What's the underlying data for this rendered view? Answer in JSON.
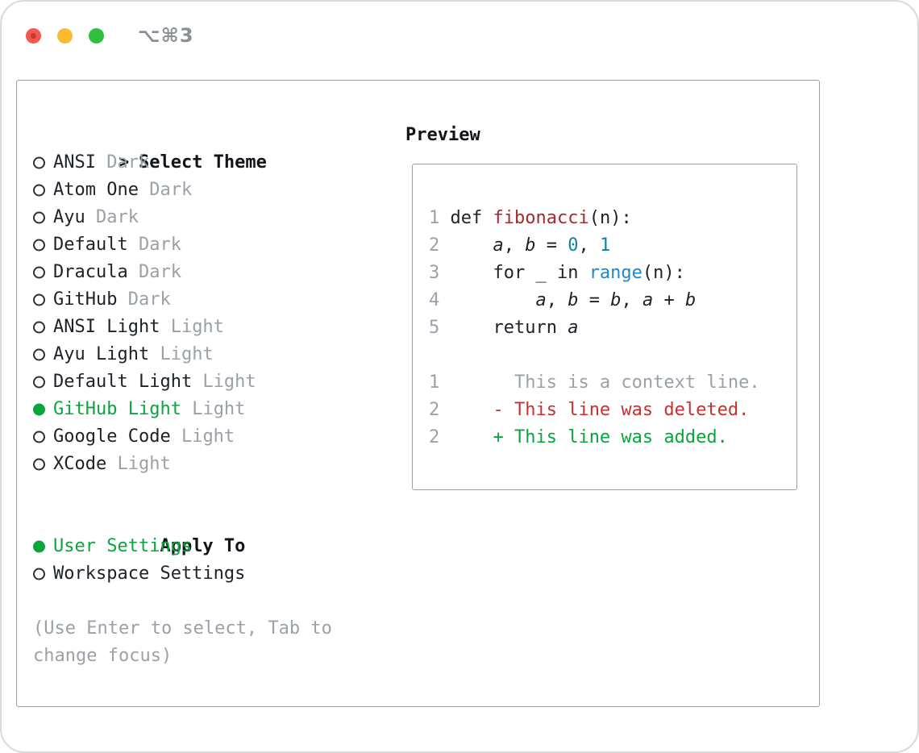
{
  "window": {
    "shortcut": "⌥⌘3",
    "traffic_lights": [
      "close",
      "minimize",
      "zoom"
    ]
  },
  "colors": {
    "text": "#1d2228",
    "muted_gray": "#9aa1a8",
    "selected_green": "#0ba53d",
    "deleted_red": "#c9302e",
    "function_red": "#a5292d",
    "number_teal": "#0d7fa5",
    "builtin_blue": "#1f86cf",
    "border_gray": "#9aa0a8"
  },
  "theme_selector": {
    "prompt": ">",
    "title": "Select Theme",
    "themes": [
      {
        "name": "ANSI",
        "variant": "Dark",
        "selected": false
      },
      {
        "name": "Atom One",
        "variant": "Dark",
        "selected": false
      },
      {
        "name": "Ayu",
        "variant": "Dark",
        "selected": false
      },
      {
        "name": "Default",
        "variant": "Dark",
        "selected": false
      },
      {
        "name": "Dracula",
        "variant": "Dark",
        "selected": false
      },
      {
        "name": "GitHub",
        "variant": "Dark",
        "selected": false
      },
      {
        "name": "ANSI Light",
        "variant": "Light",
        "selected": false
      },
      {
        "name": "Ayu Light",
        "variant": "Light",
        "selected": false
      },
      {
        "name": "Default Light",
        "variant": "Light",
        "selected": false
      },
      {
        "name": "GitHub Light",
        "variant": "Light",
        "selected": true
      },
      {
        "name": "Google Code",
        "variant": "Light",
        "selected": false
      },
      {
        "name": "XCode",
        "variant": "Light",
        "selected": false
      }
    ]
  },
  "apply_to": {
    "title": "Apply To",
    "options": [
      {
        "label": "User Settings",
        "selected": true
      },
      {
        "label": "Workspace Settings",
        "selected": false
      }
    ]
  },
  "hint": "(Use Enter to select, Tab to change focus)",
  "preview": {
    "title": "Preview",
    "lines": [
      {
        "tokens": [
          {
            "t": "1 ",
            "c": "lineno"
          },
          {
            "t": "def ",
            "c": "plain"
          },
          {
            "t": "fibonacci",
            "c": "func"
          },
          {
            "t": "(n):",
            "c": "plain"
          }
        ]
      },
      {
        "tokens": [
          {
            "t": "2 ",
            "c": "lineno"
          },
          {
            "t": "    ",
            "c": "plain"
          },
          {
            "t": "a",
            "c": "plain",
            "i": true
          },
          {
            "t": ", ",
            "c": "plain"
          },
          {
            "t": "b",
            "c": "plain",
            "i": true
          },
          {
            "t": " = ",
            "c": "plain"
          },
          {
            "t": "0",
            "c": "number"
          },
          {
            "t": ", ",
            "c": "plain"
          },
          {
            "t": "1",
            "c": "number"
          }
        ]
      },
      {
        "tokens": [
          {
            "t": "3 ",
            "c": "lineno"
          },
          {
            "t": "    for _ in ",
            "c": "plain"
          },
          {
            "t": "range",
            "c": "builtin"
          },
          {
            "t": "(n):",
            "c": "plain"
          }
        ]
      },
      {
        "tokens": [
          {
            "t": "4 ",
            "c": "lineno"
          },
          {
            "t": "        ",
            "c": "plain"
          },
          {
            "t": "a",
            "c": "plain",
            "i": true
          },
          {
            "t": ", ",
            "c": "plain"
          },
          {
            "t": "b",
            "c": "plain",
            "i": true
          },
          {
            "t": " = ",
            "c": "plain"
          },
          {
            "t": "b",
            "c": "plain",
            "i": true
          },
          {
            "t": ", ",
            "c": "plain"
          },
          {
            "t": "a",
            "c": "plain",
            "i": true
          },
          {
            "t": " + ",
            "c": "plain"
          },
          {
            "t": "b",
            "c": "plain",
            "i": true
          }
        ]
      },
      {
        "tokens": [
          {
            "t": "5 ",
            "c": "lineno"
          },
          {
            "t": "    return ",
            "c": "plain"
          },
          {
            "t": "a",
            "c": "plain",
            "i": true
          }
        ]
      },
      {
        "tokens": []
      },
      {
        "tokens": [
          {
            "t": "1 ",
            "c": "lineno"
          },
          {
            "t": "      This is a context line.",
            "c": "context"
          }
        ]
      },
      {
        "tokens": [
          {
            "t": "2 ",
            "c": "lineno"
          },
          {
            "t": "    ",
            "c": "plain"
          },
          {
            "t": "- This line was deleted.",
            "c": "deleted"
          }
        ]
      },
      {
        "tokens": [
          {
            "t": "2 ",
            "c": "lineno"
          },
          {
            "t": "    ",
            "c": "plain"
          },
          {
            "t": "+ This line was added.",
            "c": "added"
          }
        ]
      }
    ]
  }
}
